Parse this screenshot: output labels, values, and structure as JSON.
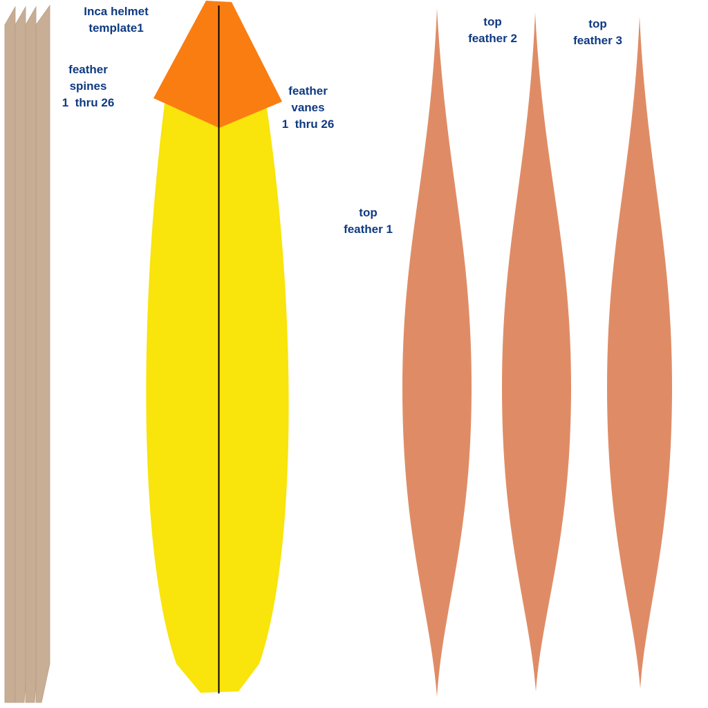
{
  "labels": {
    "title": "Inca helmet\ntemplate1",
    "spines": "feather\nspines\n1  thru 26",
    "vanes": "feather\nvanes\n1  thru 26",
    "top_feather_1": "top\nfeather 1",
    "top_feather_2": "top\nfeather 2",
    "top_feather_3": "top\nfeather 3"
  },
  "colors": {
    "label": "#0f3a82",
    "spine": "#c8ad95",
    "vane": "#f9e40c",
    "cap": "#fa7d12",
    "top_feather": "#df8c66",
    "center_line": "#000000"
  }
}
